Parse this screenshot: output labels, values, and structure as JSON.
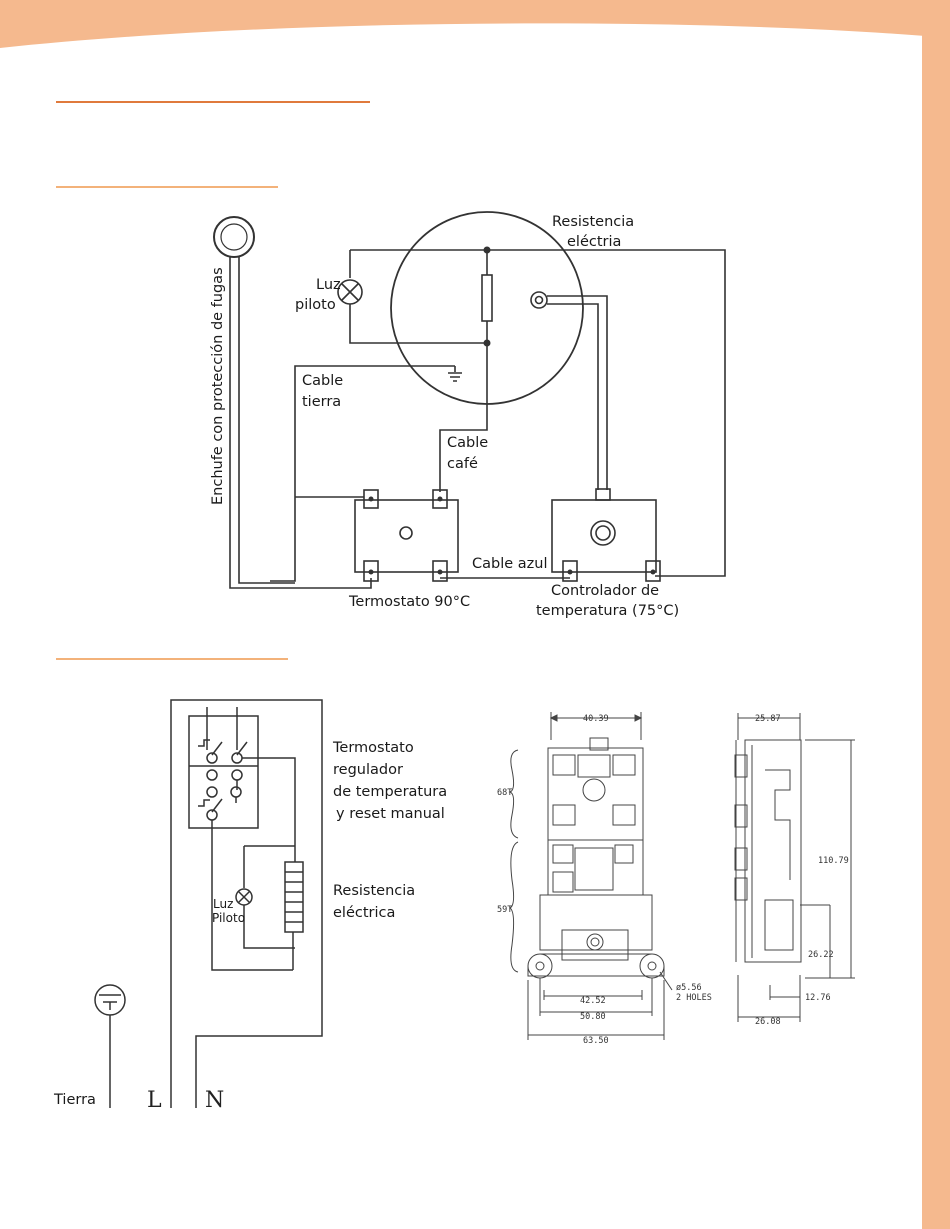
{
  "colors": {
    "banner": "#f5b98e",
    "right_bar": "#f5b98e",
    "rule_dark": "#e07a3c",
    "rule_light": "#f3b27a",
    "line": "#333333"
  },
  "diagram1": {
    "plug_label": "Enchufe con protección de fugas",
    "resistance_label_line1": "Resistencia",
    "resistance_label_line2": "eléctria",
    "pilot_light_line1": "Luz",
    "pilot_light_line2": "piloto",
    "ground_cable_line1": "Cable",
    "ground_cable_line2": "tierra",
    "brown_cable_line1": "Cable",
    "brown_cable_line2": "café",
    "blue_cable": "Cable azul",
    "thermostat_label": "Termostato 90°C",
    "controller_line1": "Controlador de",
    "controller_line2": "temperatura (75°C)"
  },
  "diagram2": {
    "thermostat_line1": "Termostato",
    "thermostat_line2": "regulador",
    "thermostat_line3": "de temperatura",
    "thermostat_line4": "y reset manual",
    "resistance_line1": "Resistencia",
    "resistance_line2": "eléctrica",
    "pilot_line1": "Luz",
    "pilot_line2": "Piloto",
    "ground_label": "Tierra",
    "line_label": "L",
    "neutral_label": "N"
  },
  "dimensions": {
    "width_top": "40.39",
    "upper_section": "68T",
    "lower_section": "59T",
    "width_holes": "42.52",
    "width_mid": "50.80",
    "width_total": "63.50",
    "hole_line1": "ø5.56",
    "hole_line2": "2 HOLES",
    "side_top": "25.87",
    "height_total": "110.79",
    "height_lower": "26.22",
    "side_bottom_small": "12.76",
    "side_bottom": "26.08"
  }
}
